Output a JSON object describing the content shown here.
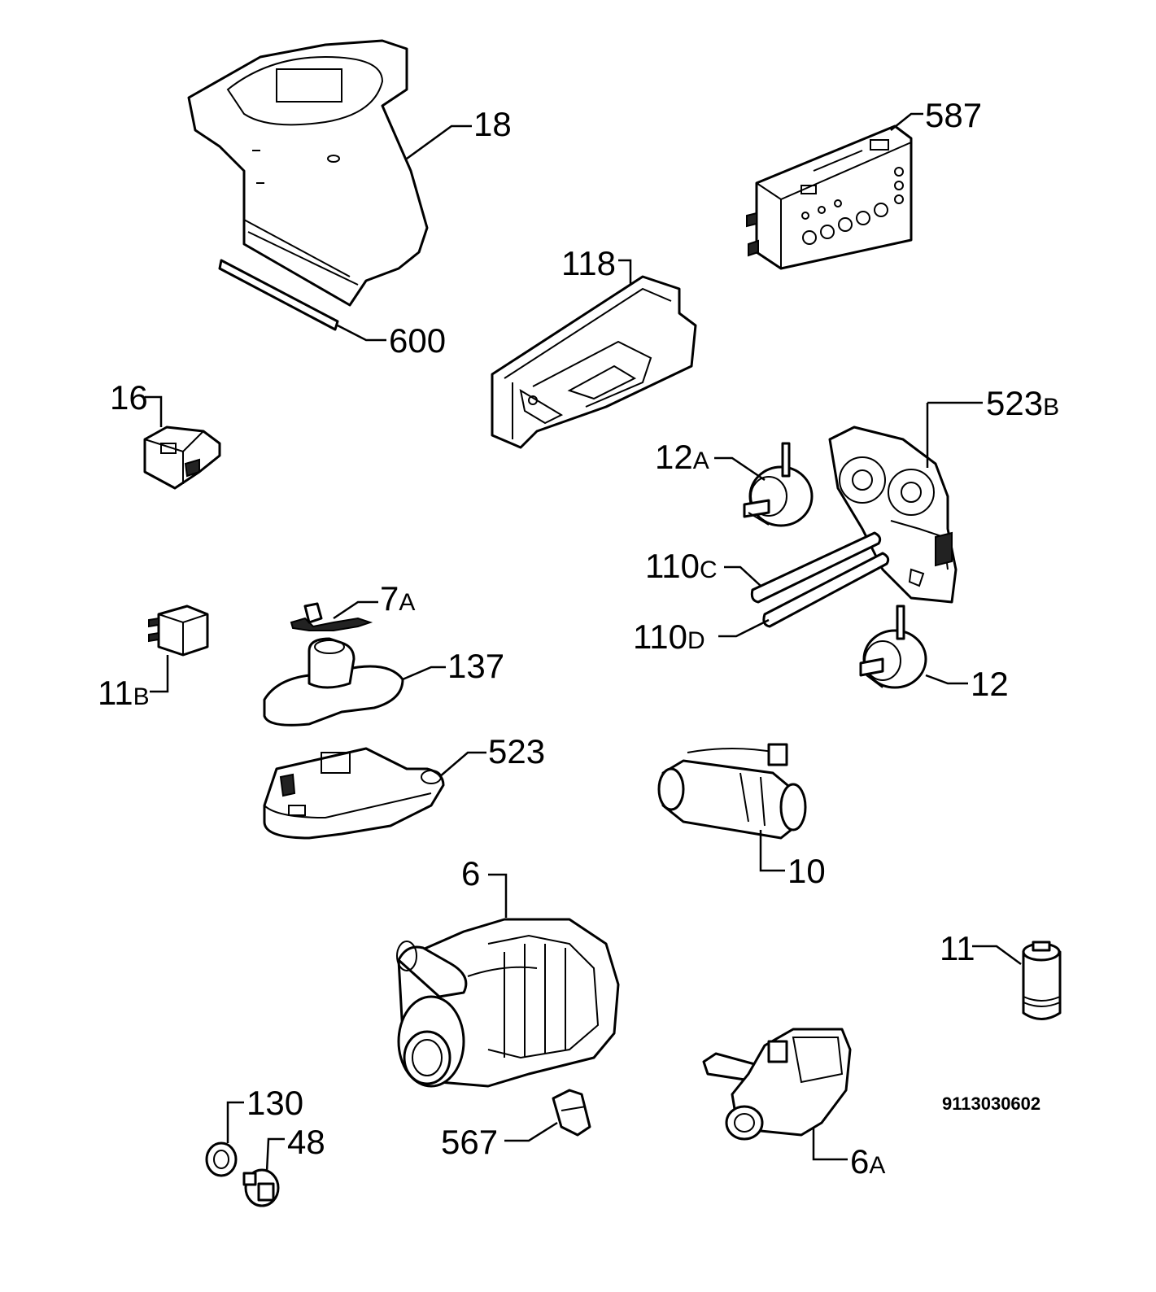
{
  "diagram": {
    "labels": {
      "p18": "18",
      "p587": "587",
      "p118": "118",
      "p600": "600",
      "p16": "16",
      "p523B_num": "523",
      "p523B_suf": "B",
      "p12A_num": "12",
      "p12A_suf": "A",
      "p110C_num": "110",
      "p110C_suf": "C",
      "p110D_num": "110",
      "p110D_suf": "D",
      "p7A_num": "7",
      "p7A_suf": "A",
      "p137": "137",
      "p11B_num": "11",
      "p11B_suf": "B",
      "p12": "12",
      "p523": "523",
      "p10": "10",
      "p6": "6",
      "p11": "11",
      "p130": "130",
      "p48": "48",
      "p567": "567",
      "p6A_num": "6",
      "p6A_suf": "A"
    },
    "document_code": "9113030602"
  }
}
